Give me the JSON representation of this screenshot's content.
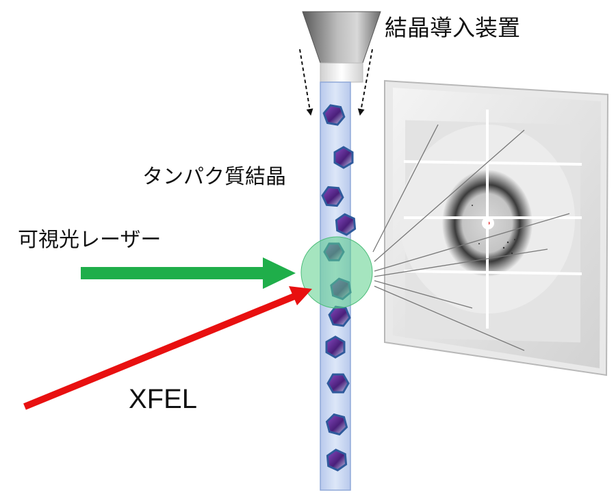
{
  "labels": {
    "injector": "結晶導入装置",
    "crystals": "タンパク質結晶",
    "visible_laser": "可視光レーザー",
    "xfel": "XFEL"
  },
  "colors": {
    "stream_fill": "#cfdcf5",
    "stream_edge": "#8fa8d8",
    "crystal": "#5a2a8c",
    "crystal_edge": "#2f5a9c",
    "visible_laser": "#1fae4a",
    "xfel_beam": "#e81010",
    "interaction_zone": "#5bd08a",
    "detector_frame": "#e6e6e6"
  },
  "icons": {
    "injector": "nozzle-trapezoid-icon",
    "crystal": "hexagon-crystal-icon",
    "detector": "detector-panel-icon"
  }
}
